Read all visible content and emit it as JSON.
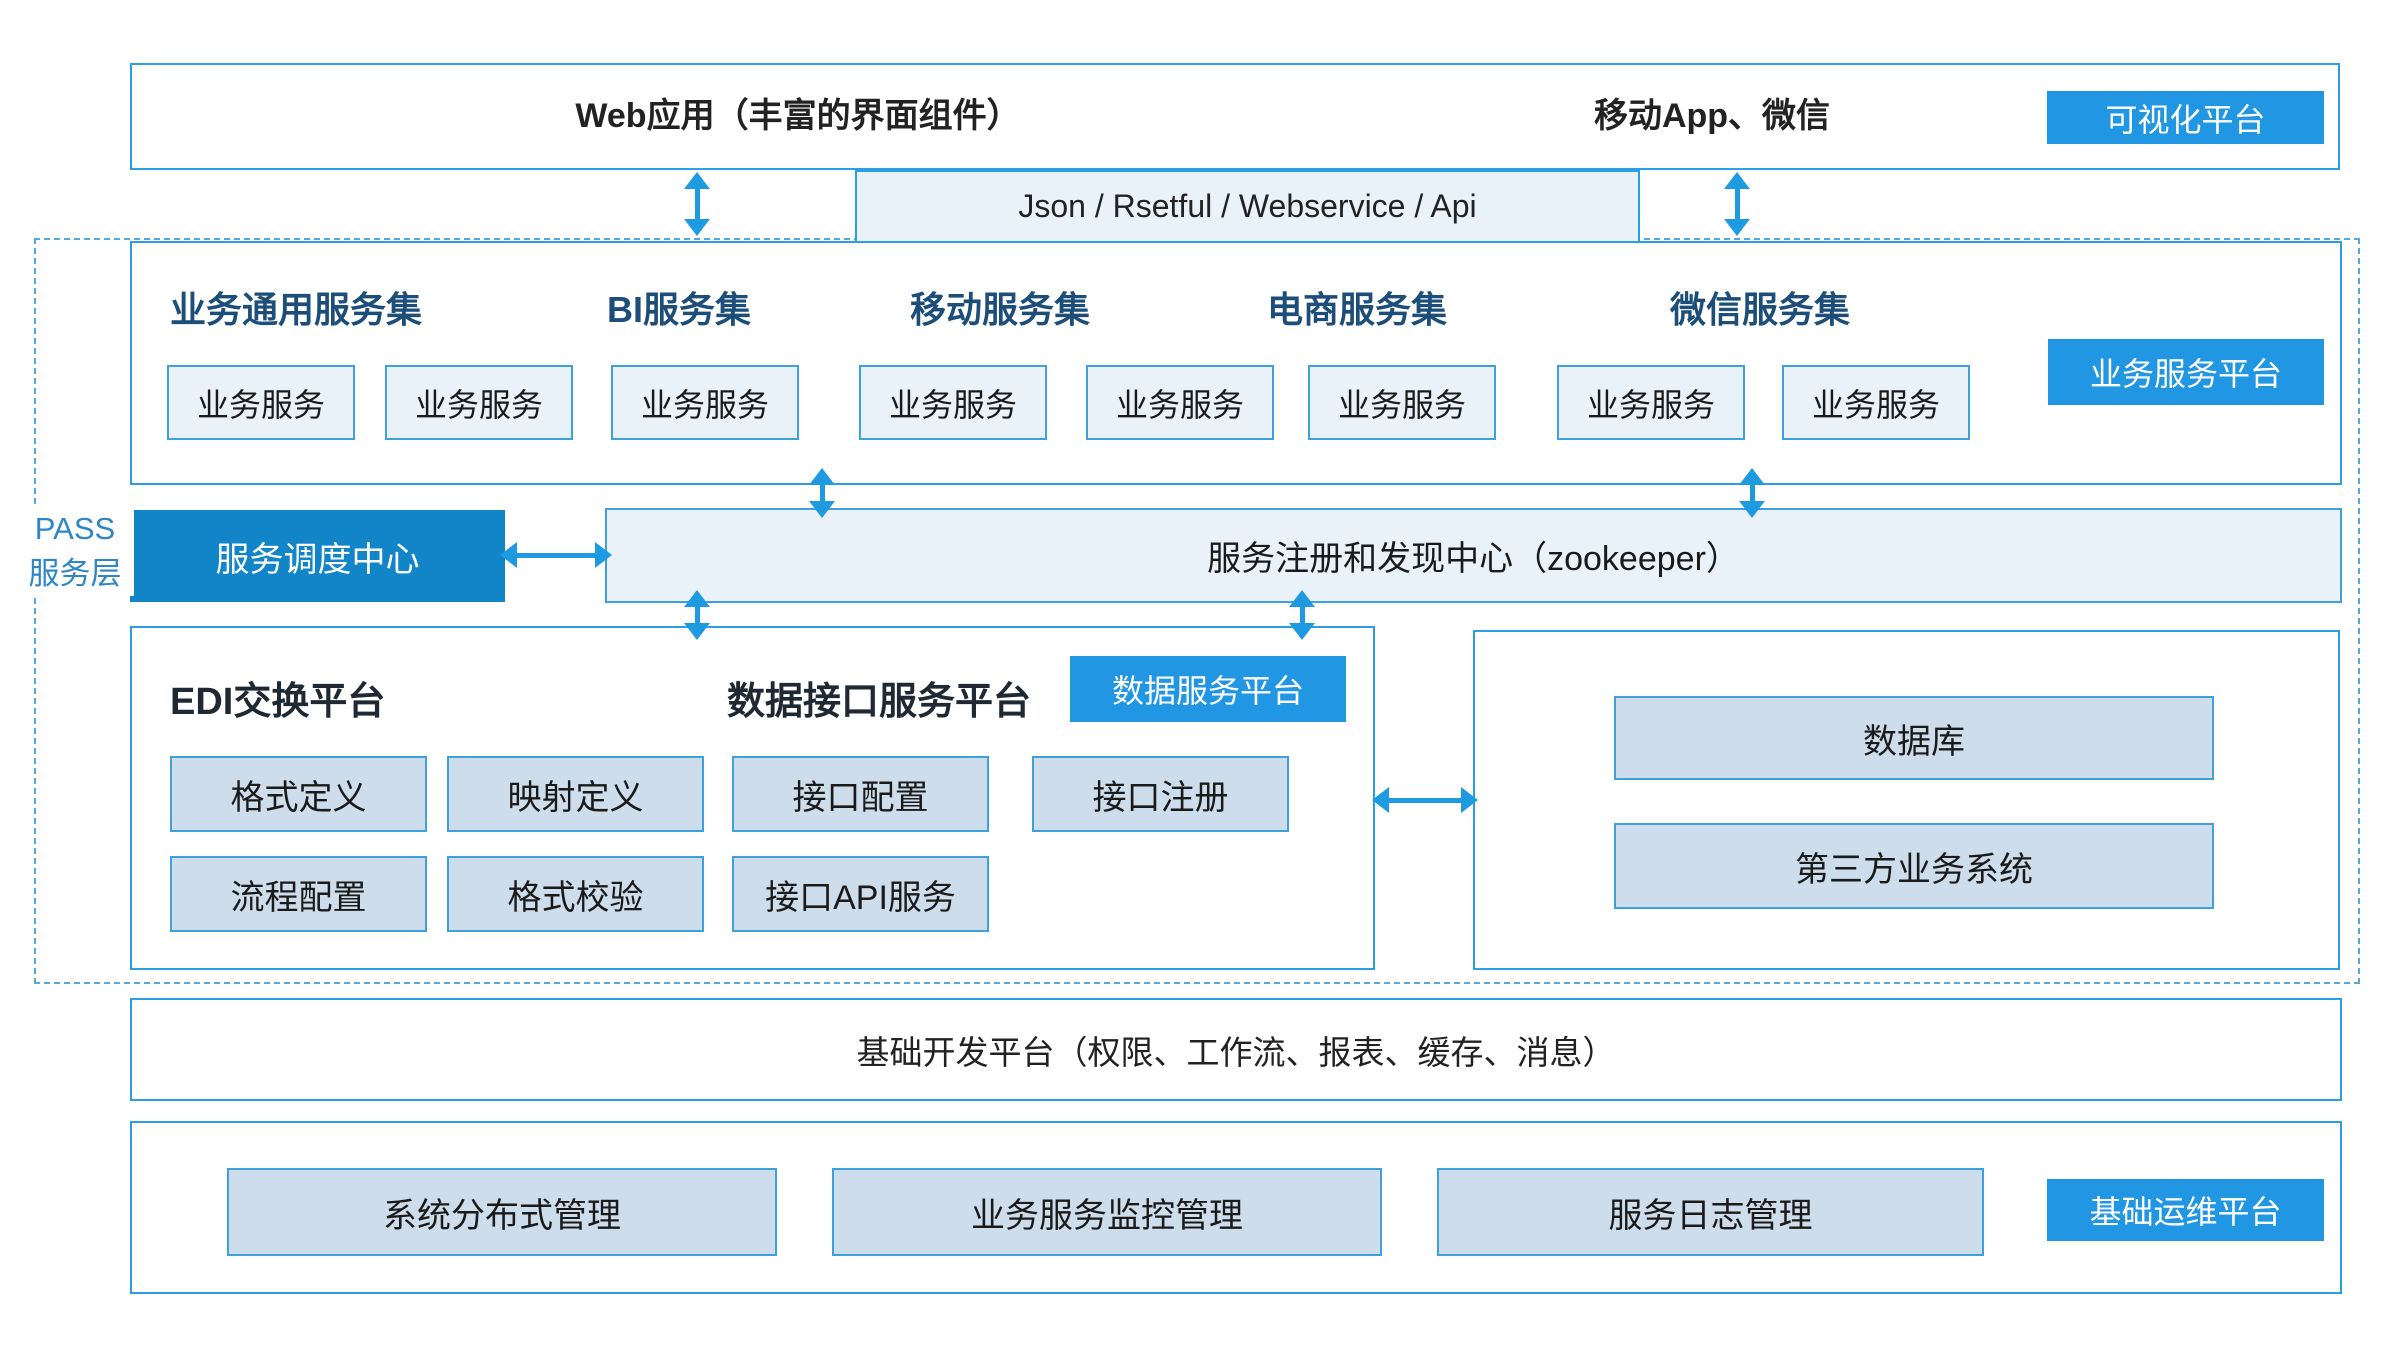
{
  "colors": {
    "accent": "#1E9BE0",
    "border": "#2B9FE3",
    "box_border": "#3FA0DB",
    "badge_bg": "#2196E3",
    "scheduler_bg": "#1285C8",
    "light_fill": "#E9F1F9",
    "medium_fill": "#CEDDEC",
    "heading_navy": "#1D4E79",
    "heading_dark": "#1F2933",
    "pass_label": "#2E86C8",
    "dashed_border": "#54A8DC"
  },
  "top_bar": {
    "web_app": "Web应用（丰富的界面组件）",
    "mobile": "移动App、微信",
    "badge": "可视化平台"
  },
  "api_gateway": {
    "label": "Json / Rsetful / Webservice / Api"
  },
  "pass_layer": {
    "line1": "PASS",
    "line2": "服务层"
  },
  "business_service_platform": {
    "badge": "业务服务平台",
    "set_titles": [
      "业务通用服务集",
      "BI服务集",
      "移动服务集",
      "电商服务集",
      "微信服务集"
    ],
    "service_boxes": [
      "业务服务",
      "业务服务",
      "业务服务",
      "业务服务",
      "业务服务",
      "业务服务",
      "业务服务",
      "业务服务"
    ]
  },
  "scheduler": {
    "label": "服务调度中心"
  },
  "registry": {
    "label": "服务注册和发现中心（zookeeper）"
  },
  "data_service_platform": {
    "edi_title": "EDI交换平台",
    "interface_title": "数据接口服务平台",
    "badge": "数据服务平台",
    "row1": [
      "格式定义",
      "映射定义",
      "接口配置",
      "接口注册"
    ],
    "row2": [
      "流程配置",
      "格式校验",
      "接口API服务"
    ]
  },
  "external_systems": {
    "boxes": [
      "数据库",
      "第三方业务系统"
    ]
  },
  "dev_platform": {
    "label": "基础开发平台（权限、工作流、报表、缓存、消息）"
  },
  "ops_platform": {
    "badge": "基础运维平台",
    "boxes": [
      "系统分布式管理",
      "业务服务监控管理",
      "服务日志管理"
    ]
  }
}
